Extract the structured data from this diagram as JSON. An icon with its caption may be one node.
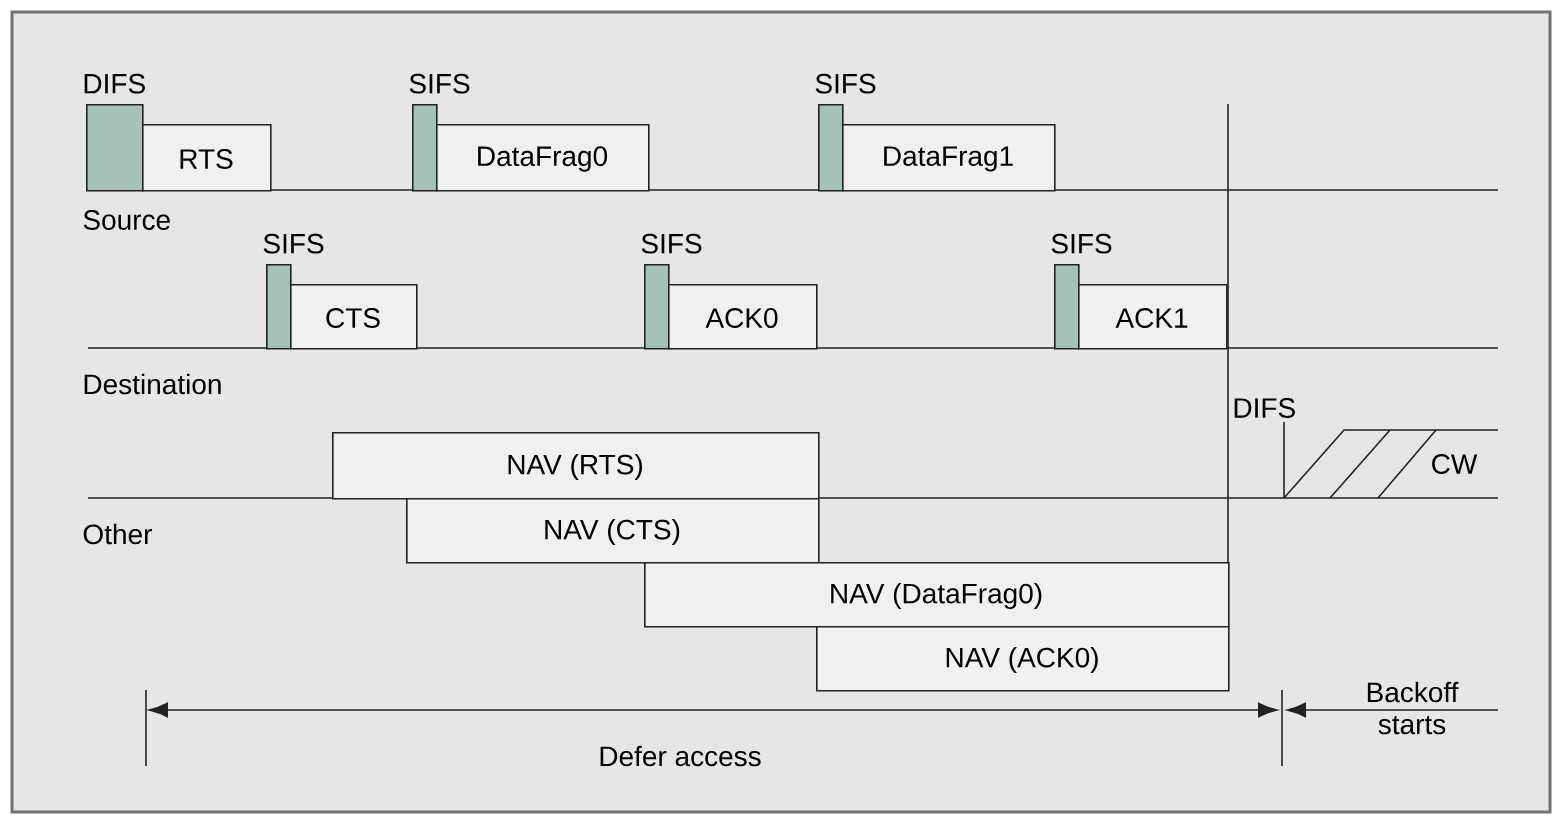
{
  "diagram": {
    "nodes": [
      {
        "text": [
          "DIFS"
        ]
      },
      {
        "text": [
          "RTS"
        ]
      },
      {
        "text": [
          "SIFS"
        ]
      },
      {
        "text": [
          "DataFrag0"
        ]
      },
      {
        "text": [
          "SIFS"
        ]
      },
      {
        "text": [
          "DataFrag1"
        ]
      },
      {
        "text": [
          "SIFS"
        ]
      },
      {
        "text": [
          "CTS"
        ]
      },
      {
        "text": [
          "SIFS"
        ]
      },
      {
        "text": [
          "ACK0"
        ]
      },
      {
        "text": [
          "SIFS"
        ]
      },
      {
        "text": [
          "ACK1"
        ]
      },
      {
        "text": [
          "NAV (RTS)"
        ]
      },
      {
        "text": [
          "CW"
        ]
      },
      {
        "text": [
          "NAV (CTS)"
        ]
      },
      {
        "text": [
          "NAV (DataFrag0)"
        ]
      },
      {
        "text": [
          "NAV (ACK0)"
        ]
      }
    ],
    "labels": [
      "Source",
      "Destination",
      "DIFS",
      "Other",
      "Backoff starts",
      "Defer access"
    ]
  }
}
